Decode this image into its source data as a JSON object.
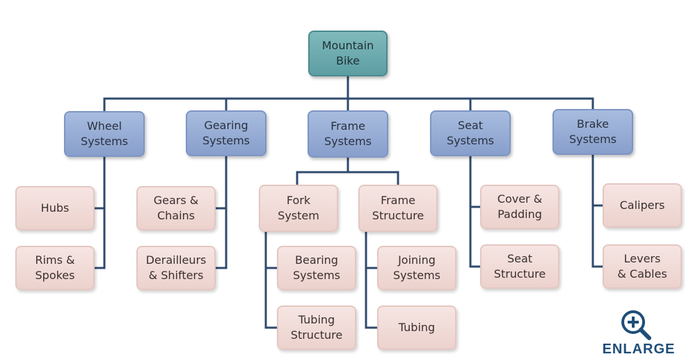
{
  "diagram": {
    "root": {
      "label": "Mountain\nBike"
    },
    "categories": [
      {
        "label": "Wheel\nSystems",
        "children": [
          {
            "label": "Hubs"
          },
          {
            "label": "Rims &\nSpokes"
          }
        ]
      },
      {
        "label": "Gearing\nSystems",
        "children": [
          {
            "label": "Gears &\nChains"
          },
          {
            "label": "Derailleurs\n& Shifters"
          }
        ]
      },
      {
        "label": "Frame\nSystems",
        "children": [
          {
            "label": "Fork\nSystem",
            "children": [
              {
                "label": "Bearing\nSystems"
              },
              {
                "label": "Tubing\nStructure"
              }
            ]
          },
          {
            "label": "Frame\nStructure",
            "children": [
              {
                "label": "Joining\nSystems"
              },
              {
                "label": "Tubing"
              }
            ]
          }
        ]
      },
      {
        "label": "Seat\nSystems",
        "children": [
          {
            "label": "Cover &\nPadding"
          },
          {
            "label": "Seat\nStructure"
          }
        ]
      },
      {
        "label": "Brake\nSystems",
        "children": [
          {
            "label": "Calipers"
          },
          {
            "label": "Levers\n& Cables"
          }
        ]
      }
    ]
  },
  "enlarge": {
    "label": "ENLARGE",
    "icon": "magnifier-plus-icon"
  },
  "colors": {
    "line": "#2f4a6e",
    "root_fill": "#6aa8ad",
    "category_fill": "#93a9d3",
    "leaf_fill": "#f0dad6",
    "enlarge": "#1f4e79"
  }
}
